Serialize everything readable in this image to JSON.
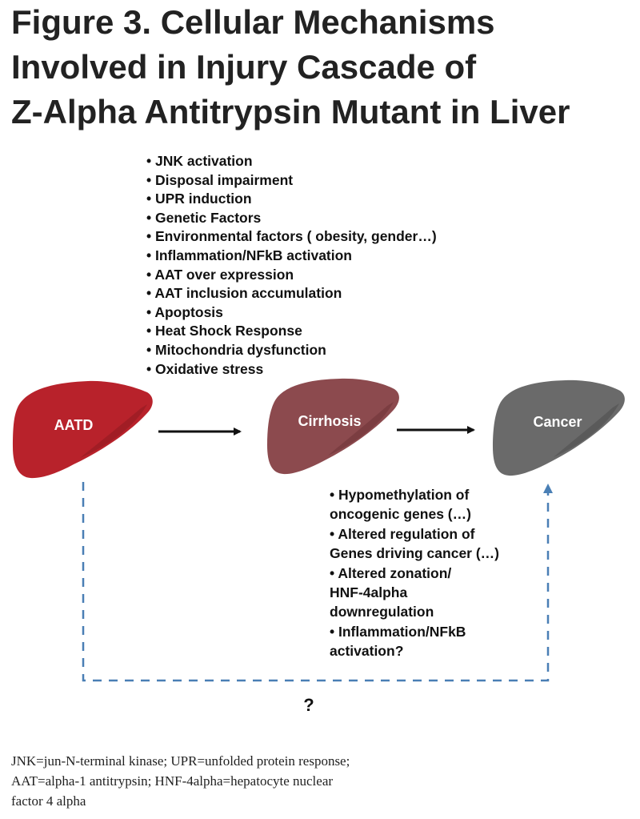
{
  "figure": {
    "title_lines": [
      "Figure 3. Cellular Mechanisms",
      "Involved in Injury Cascade of",
      "Z-Alpha Antitrypsin Mutant in Liver"
    ]
  },
  "stages": [
    {
      "label": "AATD",
      "color": "#b8222b"
    },
    {
      "label": "Cirrhosis",
      "color": "#8c4a4e"
    },
    {
      "label": "Cancer",
      "color": "#6a6a6a"
    }
  ],
  "causes": [
    "• JNK activation",
    "• Disposal impairment",
    "• UPR induction",
    "• Genetic Factors",
    "• Environmental factors ( obesity, gender…)",
    "• Inflammation/NFkB activation",
    "• AAT over expression",
    "• AAT inclusion accumulation",
    "• Apoptosis",
    "• Heat Shock Response",
    "• Mitochondria dysfunction",
    "• Oxidative stress"
  ],
  "cancer_factors": [
    "• Hypomethylation of",
    "oncogenic genes (…)",
    "• Altered regulation of",
    "Genes driving cancer (…)",
    "• Altered zonation/",
    "HNF-4alpha",
    "downregulation",
    "• Inflammation/NFkB",
    "activation?"
  ],
  "direct_path_label": "?",
  "footnote_lines": [
    "JNK=jun-N-terminal kinase; UPR=unfolded protein response;",
    "AAT=alpha-1 antitrypsin; HNF-4alpha=hepatocyte nuclear",
    "factor 4 alpha"
  ],
  "colors": {
    "arrow": "#111111",
    "dashed_path": "#4a7fb5"
  }
}
